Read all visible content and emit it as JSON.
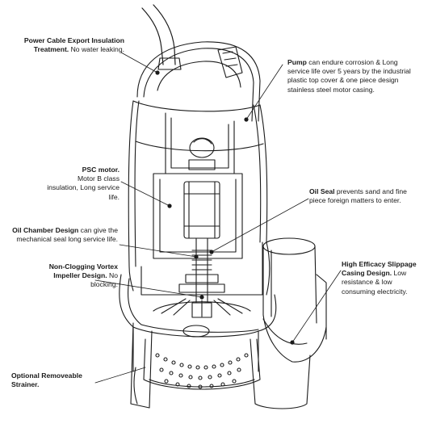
{
  "callouts": {
    "power_cable": {
      "bold": "Power Cable Export Insulation Treatment.",
      "text": " No water leaking."
    },
    "pump": {
      "bold": "Pump",
      "text": " can endure corrosion & Long service life over 5 years by the industrial plastic top cover & one piece design stainless steel motor casing."
    },
    "psc_motor": {
      "bold": "PSC motor.",
      "text": "Motor B class insulation, Long service life."
    },
    "oil_seal": {
      "bold": "Oil Seal",
      "text": " prevents sand and fine piece foreign matters to enter."
    },
    "oil_chamber": {
      "bold": "Oil Chamber Design",
      "text": " can give the mechanical seal long service life."
    },
    "impeller": {
      "bold": "Non-Clogging Vortex Impeller Design.",
      "text": " No blocking."
    },
    "slippage": {
      "bold": "High Efficacy Slippage Casing Design.",
      "text": " Low resistance &  low consuming electricity."
    },
    "strainer": {
      "bold": "Optional Removeable Strainer.",
      "text": ""
    }
  },
  "colors": {
    "line": "#1a1a1a",
    "text": "#1a1a1a",
    "background": "#ffffff"
  }
}
